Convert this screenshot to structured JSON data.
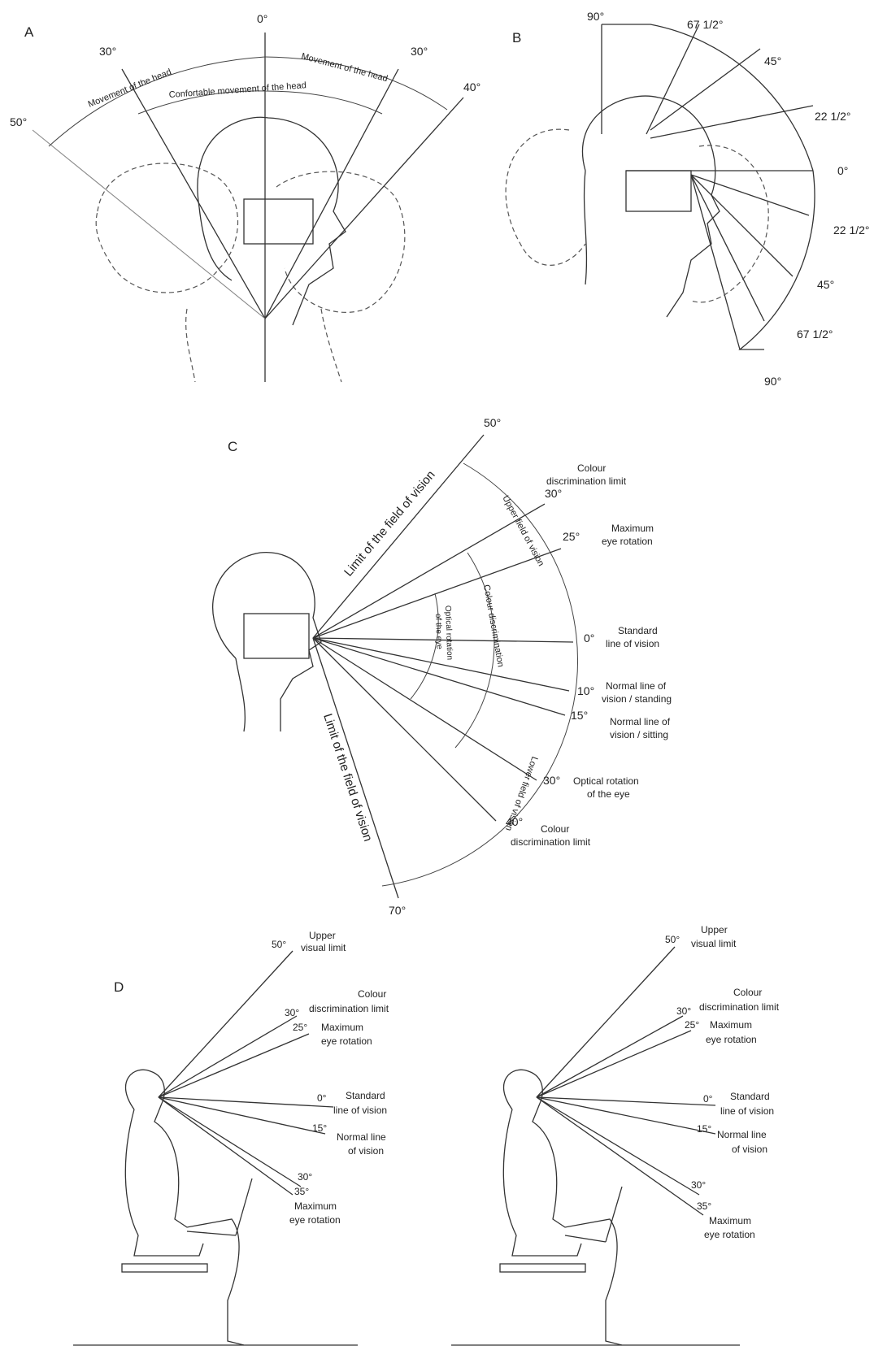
{
  "panels": {
    "A": {
      "label": "A",
      "angles": {
        "top": "0°",
        "left30": "30°",
        "right30": "30°",
        "left50": "50°",
        "right40": "40°"
      },
      "arc_labels": {
        "movement_left": "Movement of the head",
        "movement_right": "Movement of the head",
        "comfortable": "Confortable movement of the head"
      }
    },
    "B": {
      "label": "B",
      "angles": {
        "up90": "90°",
        "up67": "67 1/2°",
        "up45": "45°",
        "up22": "22 1/2°",
        "zero": "0°",
        "down22": "22 1/2°",
        "down45": "45°",
        "down67": "67 1/2°",
        "down90": "90°"
      }
    },
    "C": {
      "label": "C",
      "angles": {
        "a50": "50°",
        "a30": "30°",
        "a25": "25°",
        "a0": "0°",
        "a10": "10°",
        "a15": "15°",
        "d30": "30°",
        "d40": "40°",
        "a70": "70°"
      },
      "labels": {
        "colour_upper_1": "Colour",
        "colour_upper_2": "discrimination limit",
        "max_rot_1": "Maximum",
        "max_rot_2": "eye rotation",
        "std_1": "Standard",
        "std_2": "line of vision",
        "stand_1": "Normal line of",
        "stand_2": "vision / standing",
        "sit_1": "Normal line of",
        "sit_2": "vision / sitting",
        "opt_1": "Optical rotation",
        "opt_2": "of the eye",
        "colour_lower_1": "Colour",
        "colour_lower_2": "discrimination limit",
        "limit_upper": "Limit of the field of vision",
        "limit_lower": "Limit of the field of vision",
        "arc_upper_field": "Upper field of vision",
        "arc_lower_field": "Lower field of vision",
        "arc_colour": "Colour discrimination",
        "arc_optical_1": "Optical rotation",
        "arc_optical_2": "of the eye"
      }
    },
    "D": {
      "label": "D",
      "left": {
        "a50": "50°",
        "a30": "30°",
        "a25": "25°",
        "a0": "0°",
        "a15": "15°",
        "d30": "30°",
        "d35": "35°",
        "upper_1": "Upper",
        "upper_2": "visual limit",
        "colour_1": "Colour",
        "colour_2": "discrimination limit",
        "maxrot_1": "Maximum",
        "maxrot_2": "eye rotation",
        "std_1": "Standard",
        "std_2": "line of vision",
        "normal_1": "Normal line",
        "normal_2": "of vision",
        "lowmax_1": "Maximum",
        "lowmax_2": "eye rotation"
      },
      "right": {
        "a50": "50°",
        "a30": "30°",
        "a25": "25°",
        "a0": "0°",
        "a15": "15°",
        "d30": "30°",
        "d35": "35°",
        "upper_1": "Upper",
        "upper_2": "visual limit",
        "colour_1": "Colour",
        "colour_2": "discrimination limit",
        "maxrot_1": "Maximum",
        "maxrot_2": "eye rotation",
        "std_1": "Standard",
        "std_2": "line of vision",
        "normal_1": "Normal line",
        "normal_2": "of vision",
        "lowmax_1": "Maximum",
        "lowmax_2": "eye rotation"
      }
    }
  }
}
